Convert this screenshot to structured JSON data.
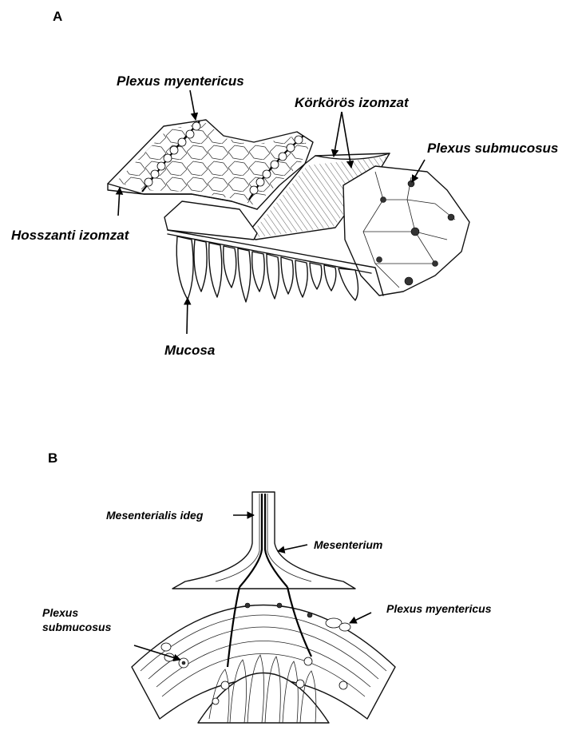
{
  "figure": {
    "panel_a": {
      "letter": "A",
      "labels": {
        "plexus_myentericus": "Plexus myentericus",
        "korkoros_izomzat": "Körkörös izomzat",
        "plexus_submucosus": "Plexus submucosus",
        "hosszanti_izomzat": "Hosszanti izomzat",
        "mucosa": "Mucosa"
      }
    },
    "panel_b": {
      "letter": "B",
      "labels": {
        "mesenterialis_ideg": "Mesenterialis ideg",
        "mesenterium": "Mesenterium",
        "plexus_myentericus": "Plexus myentericus",
        "plexus_submucosus_line1": "Plexus",
        "plexus_submucosus_line2": "submucosus"
      }
    }
  }
}
